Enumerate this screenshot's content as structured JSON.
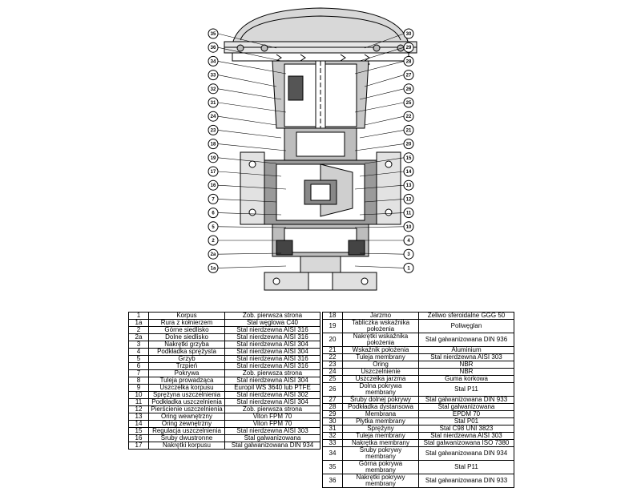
{
  "callouts_left": [
    "35",
    "36",
    "34",
    "33",
    "32",
    "31",
    "24",
    "23",
    "18",
    "19",
    "17",
    "16",
    "7",
    "6",
    "5",
    "2",
    "2a",
    "1a"
  ],
  "callouts_right": [
    "30",
    "29",
    "28",
    "27",
    "26",
    "25",
    "22",
    "21",
    "20",
    "15",
    "14",
    "13",
    "12",
    "11",
    "10",
    "4",
    "3",
    "1"
  ],
  "parts_left": [
    {
      "no": "1",
      "name": "Korpus",
      "material": "Zob. pierwsza strona"
    },
    {
      "no": "1a",
      "name": "Rura z kołnierzem",
      "material": "Stal węglowa C40"
    },
    {
      "no": "2",
      "name": "Górne siedlisko",
      "material": "Stal nierdzewna AISI 316"
    },
    {
      "no": "2a",
      "name": "Dolne siedlisko",
      "material": "Stal nierdzewna AISI 316"
    },
    {
      "no": "3",
      "name": "Nakrętki grzyba",
      "material": "Stal nierdzewna AISI 304"
    },
    {
      "no": "4",
      "name": "Podkładka sprężysta",
      "material": "Stal nierdzewna AISI 304"
    },
    {
      "no": "5",
      "name": "Grzyb",
      "material": "Stal nierdzewna AISI 316"
    },
    {
      "no": "6",
      "name": "Trzpień",
      "material": "Stal nierdzewna AISI 316"
    },
    {
      "no": "7",
      "name": "Pokrywa",
      "material": "Zob. pierwsza strona"
    },
    {
      "no": "8",
      "name": "Tuleja prowadząca",
      "material": "Stal nierdzewna AISI 304"
    },
    {
      "no": "9",
      "name": "Uszczelka korpusu",
      "material": "Europil WS 3640 lub PTFE"
    },
    {
      "no": "10",
      "name": "Sprężyna uszczelnienia",
      "material": "Stal nierdzewna AISI 302"
    },
    {
      "no": "11",
      "name": "Podkładka uszczelnienia",
      "material": "Stal nierdzewna AISI 304"
    },
    {
      "no": "12",
      "name": "Pierścienie uszczelnienia",
      "material": "Zob. pierwsza strona"
    },
    {
      "no": "13",
      "name": "Oring wewnętrzny",
      "material": "Viton FPM 70"
    },
    {
      "no": "14",
      "name": "Oring zewnętrzny",
      "material": "Viton FPM 70"
    },
    {
      "no": "15",
      "name": "Regulacja uszczelnienia",
      "material": "Stal nierdzewna AISI 303"
    },
    {
      "no": "16",
      "name": "Śruby dwustronne",
      "material": "Stal galwanizowana"
    },
    {
      "no": "17",
      "name": "Nakrętki korpusu",
      "material": "Stal galwanizowana DIN 934"
    }
  ],
  "parts_right": [
    {
      "no": "18",
      "name": "Jarzmo",
      "material": "Żeliwo sferoidalne GGG 50"
    },
    {
      "no": "19",
      "name": "Tabliczka wskaźnika położenia",
      "material": "Poliwęglan"
    },
    {
      "no": "20",
      "name": "Nakrętki wskaźnika położenia",
      "material": "Stal galwanizowana DIN 936"
    },
    {
      "no": "21",
      "name": "Wskaźnik położenia",
      "material": "Aluminium"
    },
    {
      "no": "22",
      "name": "Tuleja membrany",
      "material": "Stal nierdzewna AISI 303"
    },
    {
      "no": "23",
      "name": "Oring",
      "material": "NBR"
    },
    {
      "no": "24",
      "name": "Uszczelnienie",
      "material": "NBR"
    },
    {
      "no": "25",
      "name": "Uszczelka jarzma",
      "material": "Guma korkowa"
    },
    {
      "no": "26",
      "name": "Dolna pokrywa membrany",
      "material": "Stal P11"
    },
    {
      "no": "27",
      "name": "Śruby dolnej pokrywy",
      "material": "Stal galwanizowana DIN 933"
    },
    {
      "no": "28",
      "name": "Podkładka dystansowa",
      "material": "Stal galwanizowana"
    },
    {
      "no": "29",
      "name": "Membrana",
      "material": "EPDM 70"
    },
    {
      "no": "30",
      "name": "Płytka membrany",
      "material": "Stal P01"
    },
    {
      "no": "31",
      "name": "Sprężyny",
      "material": "Stal C98 UNI 3823"
    },
    {
      "no": "32",
      "name": "Tuleja membrany",
      "material": "Stal nierdzewna AISI 303"
    },
    {
      "no": "33",
      "name": "Nakrętka membrany",
      "material": "Stal galwanizowana ISO 7380"
    },
    {
      "no": "34",
      "name": "Śruby pokrywy membrany",
      "material": "Stal galwanizowana DIN 934"
    },
    {
      "no": "35",
      "name": "Górna pokrywa membrany",
      "material": "Stal P11"
    },
    {
      "no": "36",
      "name": "Nakrętki pokrywy membrany",
      "material": "Stal galwanizowana DIN 933"
    }
  ]
}
